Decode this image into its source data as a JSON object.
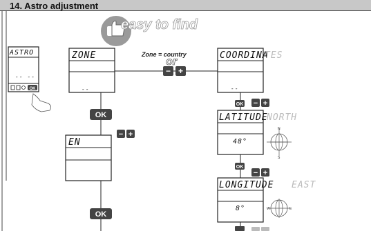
{
  "section": {
    "title": "14. Astro adjustment"
  },
  "badge": {
    "text": "easy to find"
  },
  "remote": {
    "screen_label": "ASTRO",
    "screen_value": "-- --",
    "ok_label": "OK"
  },
  "zone": {
    "label": "ZONE",
    "value": "--",
    "note": "Zone = country",
    "or_text": "or"
  },
  "coordinates": {
    "label": "COORDINA",
    "ghost": "TES",
    "value": "--"
  },
  "latitude": {
    "label": "LATITUDE",
    "ghost": "NORTH",
    "value": "48°",
    "compass_n": "N",
    "compass_s": "S"
  },
  "longitude": {
    "label": "LONGITUDE",
    "ghost": "EAST",
    "value": "8°",
    "compass_w": "W",
    "compass_e": "E"
  },
  "language": {
    "value": "EN"
  },
  "buttons": {
    "ok": "OK",
    "minus": "−",
    "plus": "+"
  },
  "colors": {
    "header_bg": "#c8c8c8",
    "button_dark": "#444444",
    "badge": "#9a9a9a"
  }
}
